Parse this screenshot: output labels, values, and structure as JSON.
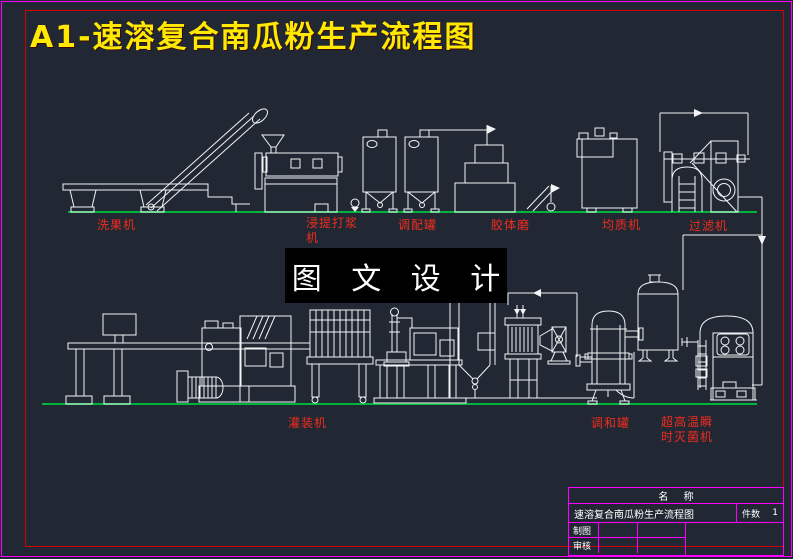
{
  "title": "A1-速溶复合南瓜粉生产流程图",
  "watermark": "图 文 设 计",
  "machines": {
    "washing": "洗果机",
    "pulping_line1": "浸提打浆",
    "pulping_line2": "机",
    "blend_tank": "调配罐",
    "colloid_mill": "胶体磨",
    "homogenizer": "均质机",
    "filter": "过滤机",
    "filling": "灌装机",
    "mixing_tank": "调和罐",
    "uht_line1": "超高温瞬",
    "uht_line2": "时灭菌机"
  },
  "title_block": {
    "name_header": "名  称",
    "drawing_name": "速溶复合南瓜粉生产流程图",
    "qty_label": "件数",
    "qty_value": "1",
    "drafter_label": "制图",
    "checker_label": "审核"
  },
  "colors": {
    "background": "#212833",
    "line_white": "#f2f4f6",
    "ground_green": "#00b43c",
    "label_red": "#f22c1e",
    "title_yellow": "#ffe900",
    "frame_red": "#d40000",
    "block_magenta": "#ff00ff",
    "watermark_bg": "#000000"
  }
}
